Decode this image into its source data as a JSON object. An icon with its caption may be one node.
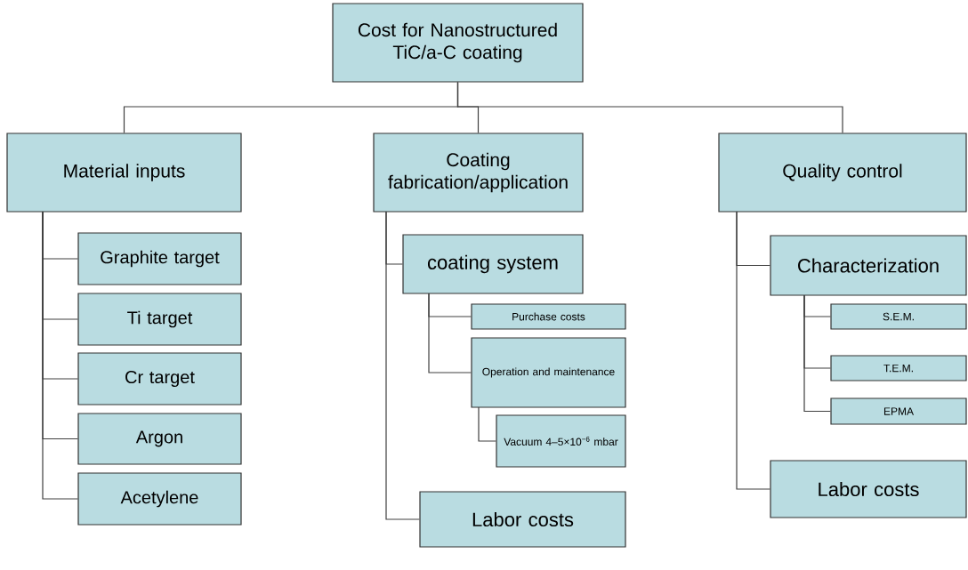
{
  "diagram": {
    "nodes": [
      {
        "text": [
          "Cost for Nanostructured TiC/a-C coating"
        ]
      },
      {
        "text": [
          "Material inputs"
        ]
      },
      {
        "text": [
          "Coating fabrication/application"
        ]
      },
      {
        "text": [
          "Quality control"
        ]
      },
      {
        "text": [
          "Graphite target"
        ]
      },
      {
        "text": [
          "Ti target"
        ]
      },
      {
        "text": [
          "Cr target"
        ]
      },
      {
        "text": [
          "Argon"
        ]
      },
      {
        "text": [
          "Acetylene"
        ]
      },
      {
        "text": [
          "coating system"
        ]
      },
      {
        "text": [
          "Purchase costs"
        ]
      },
      {
        "text": [
          "Operation and maintenance"
        ]
      },
      {
        "text": [
          "Vacuum 4–5×10$^{−6}$ mbar"
        ]
      },
      {
        "text": [
          "Labor costs"
        ]
      },
      {
        "text": [
          "Characterization"
        ]
      },
      {
        "text": [
          "S.E.M."
        ]
      },
      {
        "text": [
          "T.E.M."
        ]
      },
      {
        "text": [
          "EPMA"
        ]
      },
      {
        "text": [
          "Labor costs"
        ]
      }
    ],
    "edges": [
      {
        "from": 0,
        "to": 1,
        "arrow": "none"
      },
      {
        "from": 0,
        "to": 2,
        "arrow": "none"
      },
      {
        "from": 0,
        "to": 3,
        "arrow": "none"
      },
      {
        "from": 1,
        "to": 4,
        "arrow": "none"
      },
      {
        "from": 1,
        "to": 5,
        "arrow": "none"
      },
      {
        "from": 1,
        "to": 6,
        "arrow": "none"
      },
      {
        "from": 1,
        "to": 7,
        "arrow": "none"
      },
      {
        "from": 1,
        "to": 8,
        "arrow": "none"
      },
      {
        "from": 2,
        "to": 9,
        "arrow": "none"
      },
      {
        "from": 9,
        "to": 10,
        "arrow": "none"
      },
      {
        "from": 9,
        "to": 11,
        "arrow": "none"
      },
      {
        "from": 11,
        "to": 12,
        "arrow": "none"
      },
      {
        "from": 2,
        "to": 13,
        "arrow": "none"
      },
      {
        "from": 3,
        "to": 14,
        "arrow": "none"
      },
      {
        "from": 14,
        "to": 15,
        "arrow": "none"
      },
      {
        "from": 14,
        "to": 16,
        "arrow": "none"
      },
      {
        "from": 14,
        "to": 17,
        "arrow": "none"
      },
      {
        "from": 3,
        "to": 18,
        "arrow": "none"
      }
    ]
  }
}
